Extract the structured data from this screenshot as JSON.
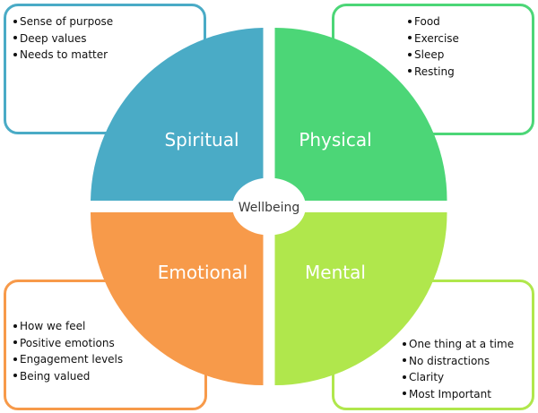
{
  "diagram": {
    "title": "Wellbeing",
    "quadrants": [
      {
        "name": "Spiritual",
        "color": "#4aabc6",
        "items": [
          "Sense of purpose",
          "Deep values",
          "Needs to matter"
        ]
      },
      {
        "name": "Physical",
        "color": "#4cd677",
        "items": [
          "Food",
          "Exercise",
          "Sleep",
          "Resting"
        ]
      },
      {
        "name": "Emotional",
        "color": "#f79a4a",
        "items": [
          "How we feel",
          "Positive emotions",
          "Engagement levels",
          "Being valued"
        ]
      },
      {
        "name": "Mental",
        "color": "#b0e74c",
        "items": [
          "One thing at a time",
          "No distractions",
          "Clarity",
          "Most Important"
        ]
      }
    ]
  }
}
